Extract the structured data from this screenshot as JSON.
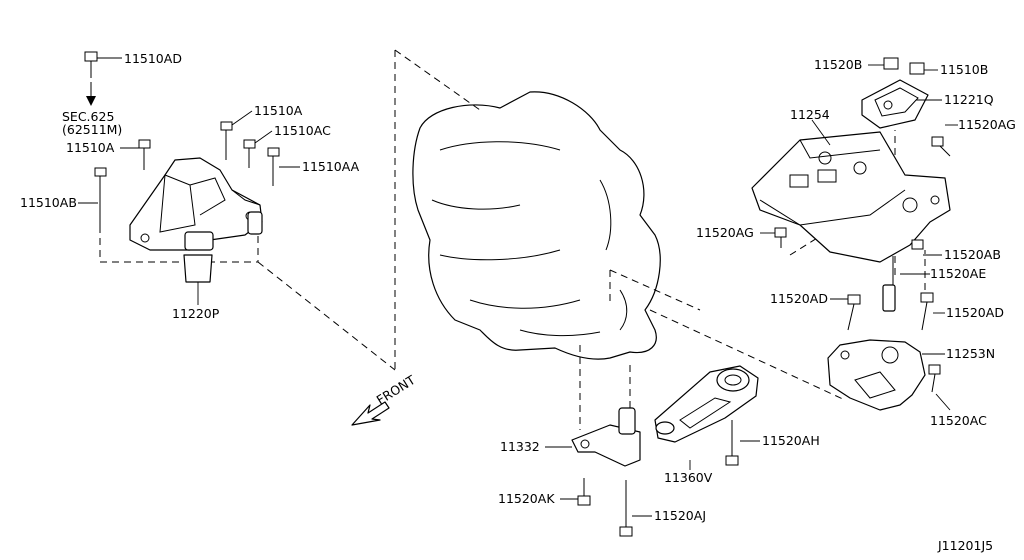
{
  "diagram_code": "J11201J5",
  "front_label": "FRONT",
  "section_ref": [
    "SEC.625",
    "(62511M)"
  ],
  "callouts": {
    "c_11510AD": "11510AD",
    "c_11510A_top": "11510A",
    "c_11510AC": "11510AC",
    "c_11510A_left": "11510A",
    "c_11510AA": "11510AA",
    "c_11510AB": "11510AB",
    "c_11220P": "11220P",
    "c_11520B": "11520B",
    "c_11510B": "11510B",
    "c_11221Q": "11221Q",
    "c_11254": "11254",
    "c_11520AG_top": "11520AG",
    "c_11520AG_left": "11520AG",
    "c_11520AB": "11520AB",
    "c_11520AE": "11520AE",
    "c_11520AD_left": "11520AD",
    "c_11520AD_right": "11520AD",
    "c_11253N": "11253N",
    "c_11520AC": "11520AC",
    "c_11520AH": "11520AH",
    "c_11332": "11332",
    "c_11360V": "11360V",
    "c_11520AK": "11520AK",
    "c_11520AJ": "11520AJ"
  }
}
